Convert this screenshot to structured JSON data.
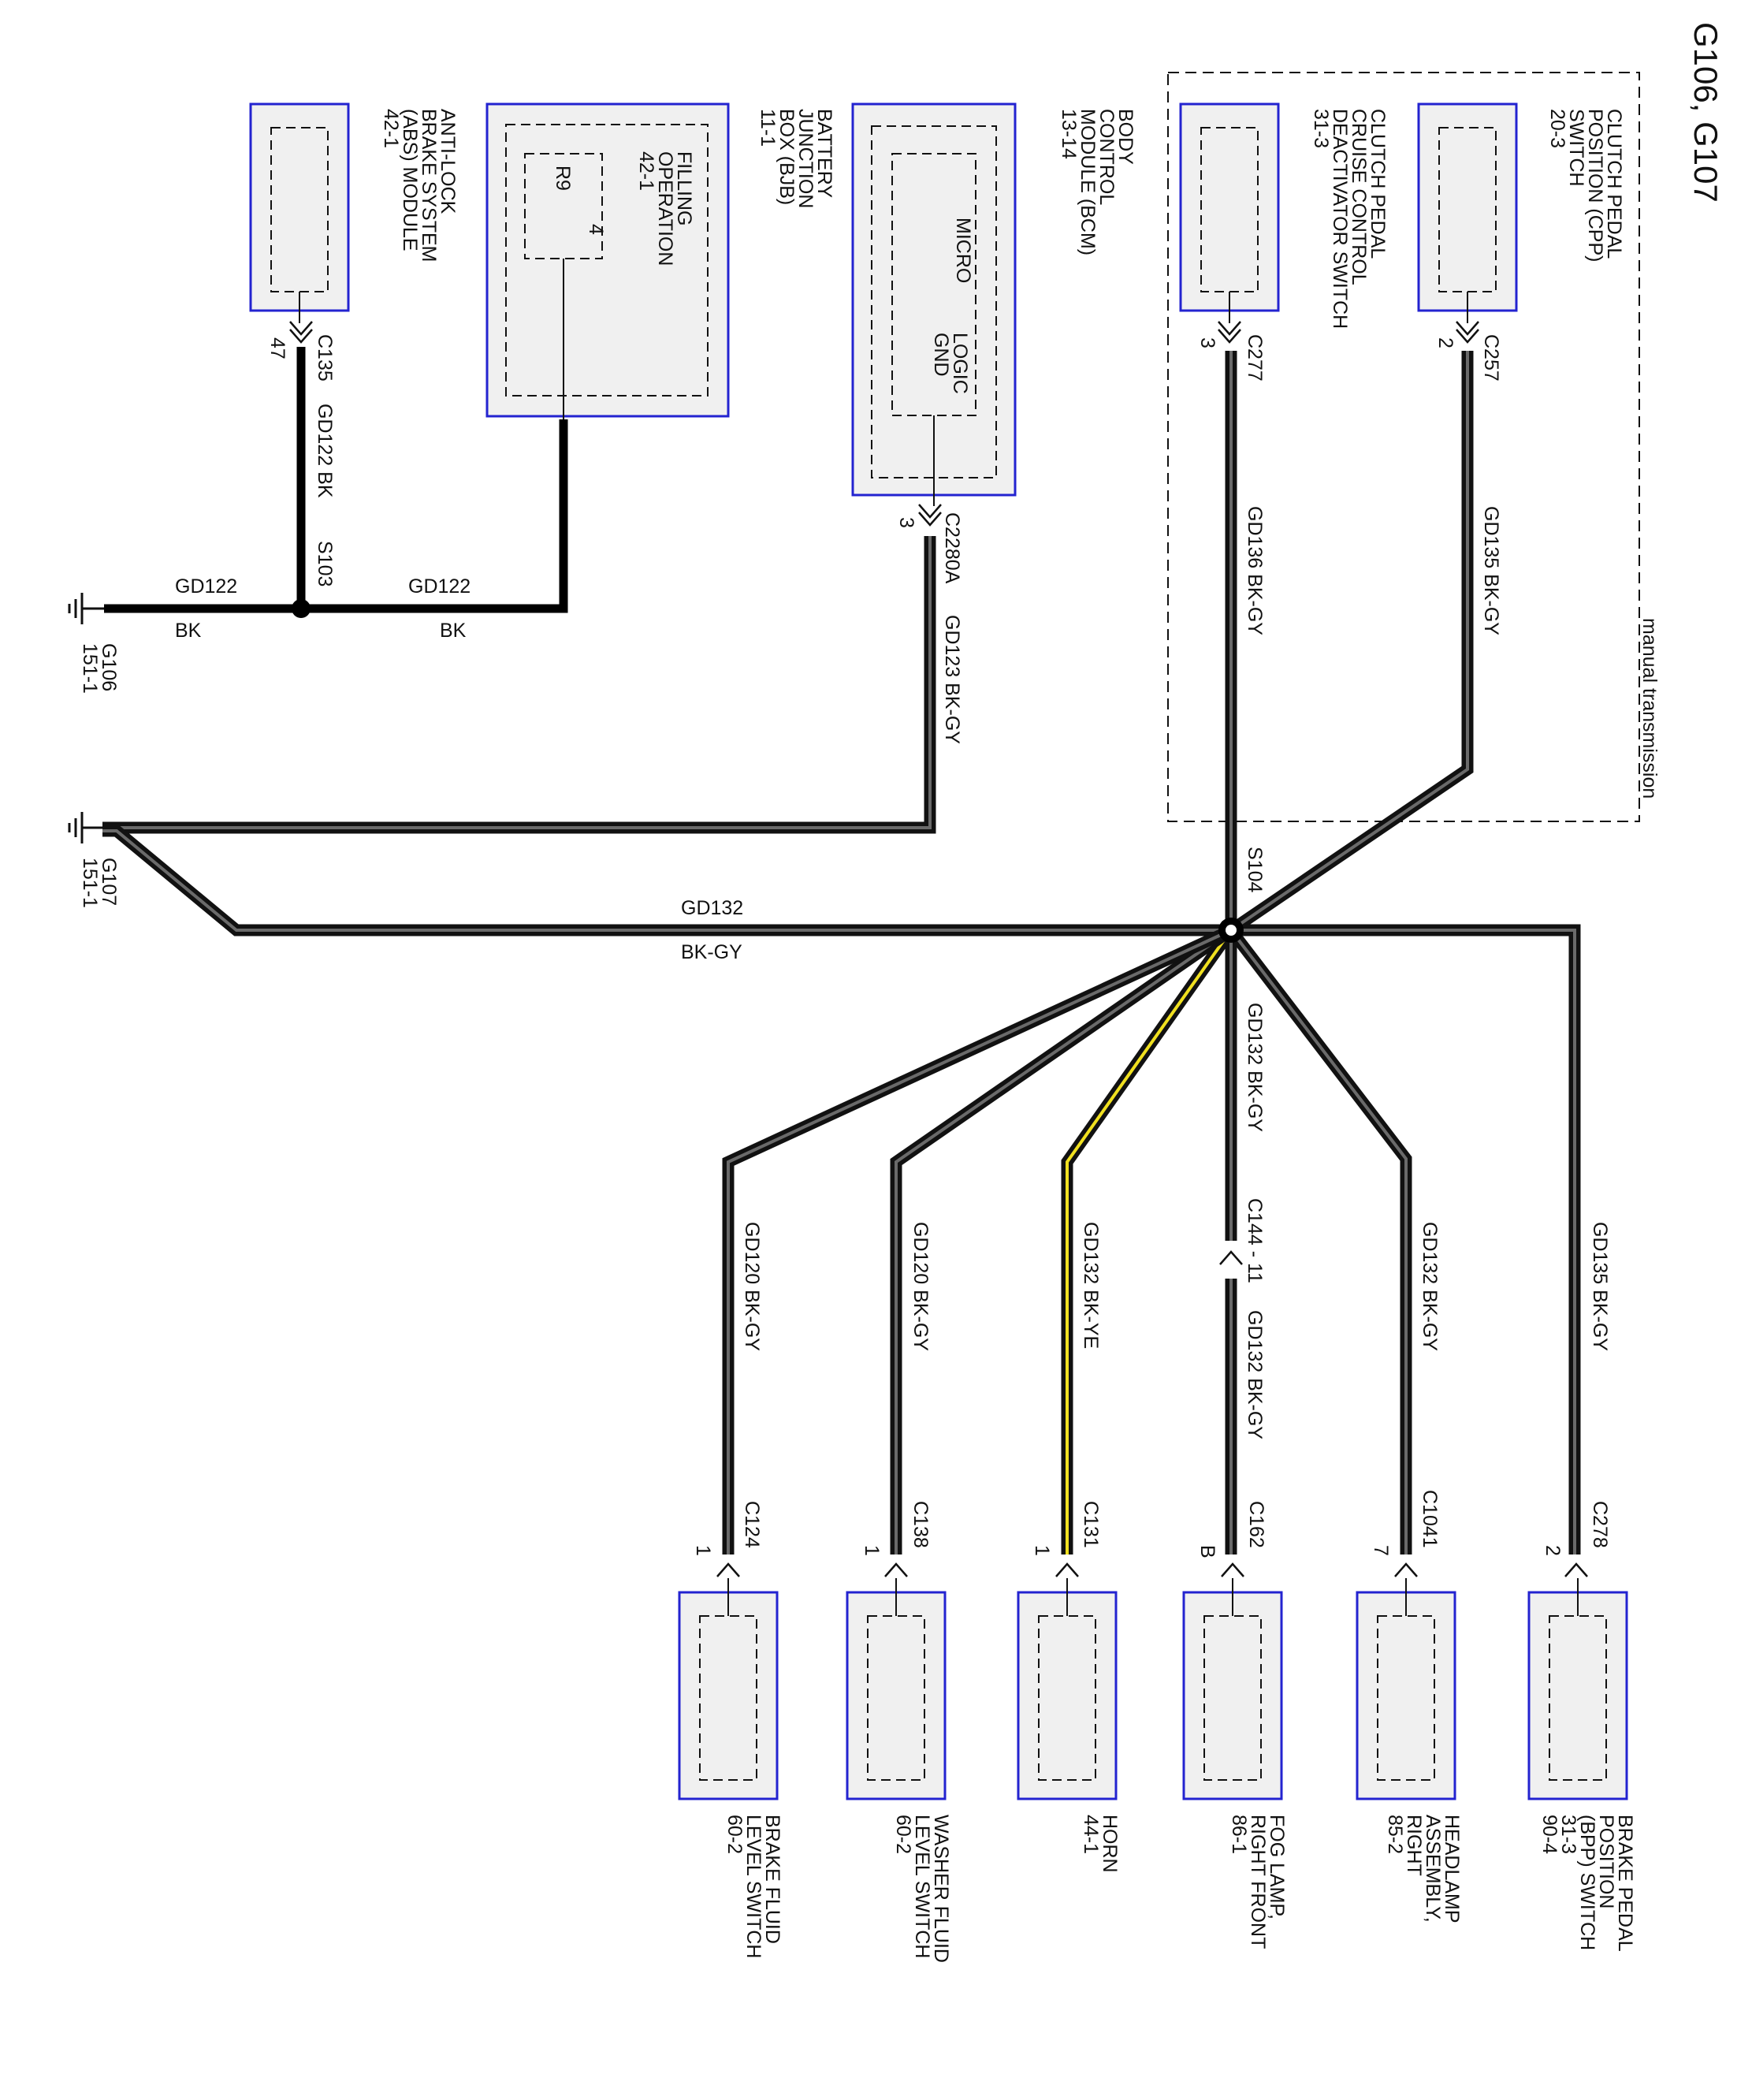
{
  "title": "G106, G107",
  "regions": {
    "manual_transmission": "manual transmission"
  },
  "components": {
    "abs": {
      "lines": [
        "ANTI-LOCK",
        "BRAKE SYSTEM",
        "(ABS) MODULE"
      ],
      "ref": "42-1"
    },
    "bjb": {
      "lines": [
        "BATTERY",
        "JUNCTION",
        "BOX (BJB)"
      ],
      "ref": "11-1",
      "sub": {
        "lines": [
          "FILLING",
          "OPERATION"
        ],
        "ref": "42-1"
      },
      "fuse": "R9",
      "fuse_pin": "4"
    },
    "bcm": {
      "lines": [
        "BODY",
        "CONTROL",
        "MODULE (BCM)"
      ],
      "ref": "13-14",
      "micro": "MICRO",
      "logic": "LOGIC",
      "gnd": "GND"
    },
    "clutch_cruise": {
      "lines": [
        "CLUTCH PEDAL",
        "CRUISE CONTROL",
        "DEACTIVATOR SWITCH"
      ],
      "ref": "31-3"
    },
    "cpp": {
      "lines": [
        "CLUTCH PEDAL",
        "POSITION (CPP)",
        "SWITCH"
      ],
      "ref": "20-3"
    },
    "brake_fluid": {
      "lines": [
        "BRAKE FLUID",
        "LEVEL SWITCH"
      ],
      "ref": "60-2"
    },
    "washer_fluid": {
      "lines": [
        "WASHER FLUID",
        "LEVEL SWITCH"
      ],
      "ref": "60-2"
    },
    "horn": {
      "lines": [
        "HORN"
      ],
      "ref": "44-1"
    },
    "fog_lamp": {
      "lines": [
        "FOG LAMP,",
        "RIGHT FRONT"
      ],
      "ref": "86-1"
    },
    "headlamp": {
      "lines": [
        "HEADLAMP",
        "ASSEMBLY,",
        "RIGHT"
      ],
      "ref": "85-2"
    },
    "bpp": {
      "lines": [
        "BRAKE PEDAL",
        "POSITION",
        "(BPP) SWITCH",
        "31-3"
      ],
      "ref": "90-4"
    }
  },
  "connectors": {
    "c135": {
      "id": "C135",
      "pin": "47"
    },
    "c2280a": {
      "id": "C2280A",
      "pin": "3"
    },
    "c277": {
      "id": "C277",
      "pin": "3"
    },
    "c257": {
      "id": "C257",
      "pin": "2"
    },
    "c144": "C144 - 11",
    "c124": {
      "id": "C124",
      "pin": "1"
    },
    "c138": {
      "id": "C138",
      "pin": "1"
    },
    "c131": {
      "id": "C131",
      "pin": "1"
    },
    "c162": {
      "id": "C162",
      "pin": "B"
    },
    "c1041": {
      "id": "C1041",
      "pin": "7"
    },
    "c278": {
      "id": "C278",
      "pin": "2"
    }
  },
  "splices": {
    "s103": "S103",
    "s104": "S104"
  },
  "grounds": {
    "g106": {
      "id": "G106",
      "ref": "151-1"
    },
    "g107": {
      "id": "G107",
      "ref": "151-1"
    }
  },
  "wires": {
    "gd122_abs": "GD122   BK",
    "gd122_ground": {
      "circuit": "GD122",
      "color": "BK"
    },
    "gd122_bjb": {
      "circuit": "GD122",
      "color": "BK"
    },
    "gd123": "GD123   BK-GY",
    "gd136": "GD136   BK-GY",
    "gd135_cpp": "GD135   BK-GY",
    "gd132_ground": {
      "circuit": "GD132",
      "color": "BK-GY"
    },
    "gd132_fog_upper": "GD132   BK-GY",
    "gd132_fog_lower": "GD132   BK-GY",
    "gd120_brake": "GD120   BK-GY",
    "gd120_washer": "GD120   BK-GY",
    "gd132_horn": "GD132   BK-YE",
    "gd132_headlamp": "GD132   BK-GY",
    "gd135_bpp": "GD135   BK-GY"
  },
  "colors": {
    "box_border": "#2323d0",
    "box_fill": "#f0f0f0",
    "wire_black": "#000000",
    "wire_gray": "#6a6a6a",
    "wire_yellow": "#f0e020"
  }
}
